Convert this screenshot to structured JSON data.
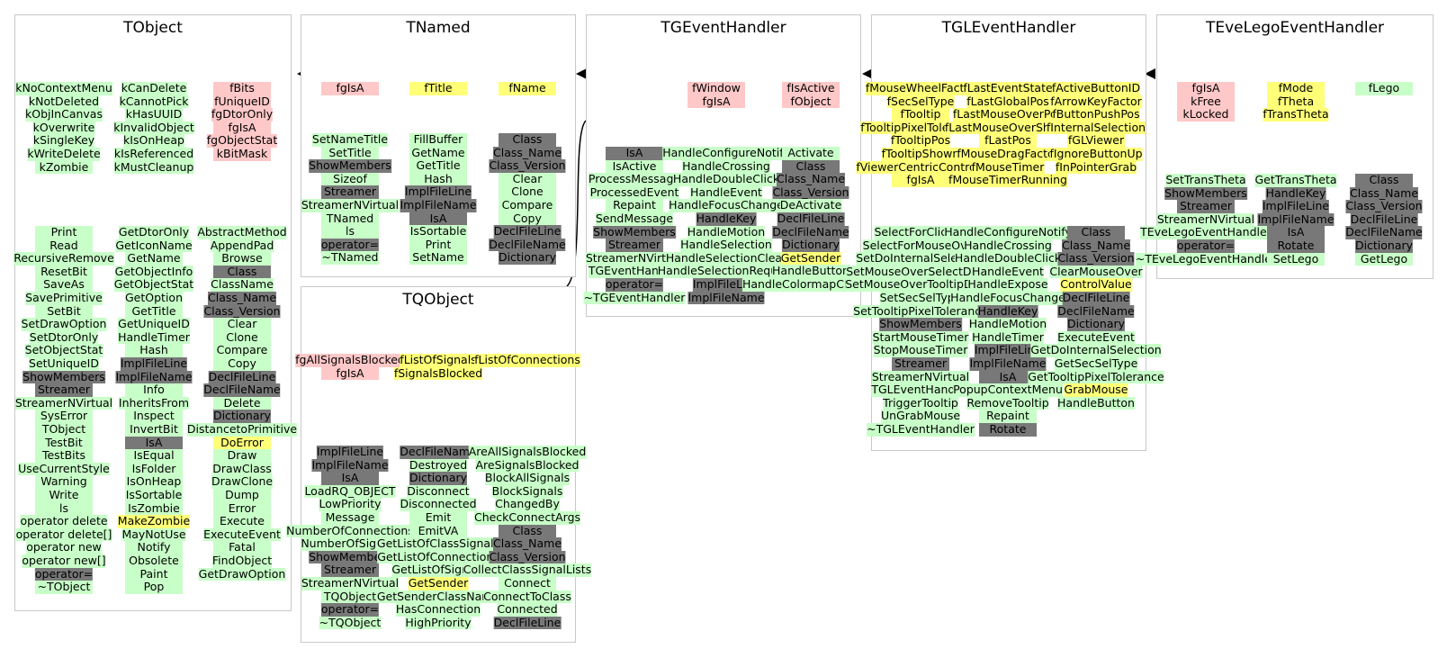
{
  "colors": {
    "data_member_red": "#ffc8c8",
    "data_member_yellow": "#ffff78",
    "method_green": "#c8ffc8",
    "private_gray": "#787878",
    "box_border": "#c8c8c8"
  },
  "classes": [
    {
      "name": "TObject",
      "sections": [
        {
          "kind": "data",
          "columns": [
            {
              "color": "green",
              "items": [
                "kNoContextMenu",
                "kNotDeleted",
                "kObjInCanvas",
                "kOverwrite",
                "kSingleKey",
                "kWriteDelete",
                "kZombie"
              ]
            },
            {
              "color": "green",
              "items": [
                "kCanDelete",
                "kCannotPick",
                "kHasUUID",
                "kInvalidObject",
                "kIsOnHeap",
                "kIsReferenced",
                "kMustCleanup"
              ]
            },
            {
              "color": "red",
              "items": [
                "fBits",
                "fUniqueID",
                "fgDtorOnly",
                "fgIsA",
                "fgObjectStat",
                "kBitMask"
              ]
            }
          ]
        },
        {
          "kind": "methods",
          "columns": [
            {
              "color": "green",
              "items": [
                "Print",
                "Read",
                "RecursiveRemove",
                "ResetBit",
                "SaveAs",
                "SavePrimitive",
                "SetBit",
                "SetDrawOption",
                "SetDtorOnly",
                "SetObjectStat",
                "SetUniqueID",
                "ShowMembers",
                "Streamer",
                "StreamerNVirtual",
                "SysError",
                "TObject",
                "TestBit",
                "TestBits",
                "UseCurrentStyle",
                "Warning",
                "Write",
                "ls",
                "operator delete",
                "operator delete[]",
                "operator new",
                "operator new[]",
                "operator=",
                "~TObject"
              ]
            },
            {
              "color": "green",
              "items": [
                "GetDtorOnly",
                "GetIconName",
                "GetName",
                "GetObjectInfo",
                "GetObjectStat",
                "GetOption",
                "GetTitle",
                "GetUniqueID",
                "HandleTimer",
                "Hash",
                "ImplFileLine",
                "ImplFileName",
                "Info",
                "InheritsFrom",
                "Inspect",
                "InvertBit",
                "IsA",
                "IsEqual",
                "IsFolder",
                "IsOnHeap",
                "IsSortable",
                "IsZombie",
                "MakeZombie",
                "MayNotUse",
                "Notify",
                "Obsolete",
                "Paint",
                "Pop"
              ]
            },
            {
              "color": "green",
              "items": [
                "AbstractMethod",
                "AppendPad",
                "Browse",
                "Class",
                "ClassName",
                "Class_Name",
                "Class_Version",
                "Clear",
                "Clone",
                "Compare",
                "Copy",
                "DeclFileLine",
                "DeclFileName",
                "Delete",
                "Dictionary",
                "DistancetoPrimitive",
                "DoError",
                "Draw",
                "DrawClass",
                "DrawClone",
                "Dump",
                "Error",
                "Execute",
                "ExecuteEvent",
                "Fatal",
                "FindObject",
                "GetDrawOption"
              ]
            }
          ]
        }
      ]
    },
    {
      "name": "TNamed",
      "sections": [
        {
          "kind": "data",
          "columns": [
            {
              "color": "red",
              "items": [
                "fgIsA"
              ]
            },
            {
              "color": "yellow",
              "items": [
                "fTitle"
              ]
            },
            {
              "color": "yellow",
              "items": [
                "fName"
              ]
            }
          ]
        },
        {
          "kind": "methods",
          "columns": [
            {
              "color": "green",
              "items": [
                "SetNameTitle",
                "SetTitle",
                "ShowMembers",
                "Sizeof",
                "Streamer",
                "StreamerNVirtual",
                "TNamed",
                "ls",
                "operator=",
                "~TNamed"
              ]
            },
            {
              "color": "green",
              "items": [
                "FillBuffer",
                "GetName",
                "GetTitle",
                "Hash",
                "ImplFileLine",
                "ImplFileName",
                "IsA",
                "IsSortable",
                "Print",
                "SetName"
              ]
            },
            {
              "color": "green",
              "items": [
                "Class",
                "Class_Name",
                "Class_Version",
                "Clear",
                "Clone",
                "Compare",
                "Copy",
                "DeclFileLine",
                "DeclFileName",
                "Dictionary"
              ]
            }
          ]
        }
      ]
    },
    {
      "name": "TGEventHandler",
      "sections": [
        {
          "kind": "data",
          "columns": [
            {
              "color": "red",
              "items": [
                "fWindow",
                "fgIsA"
              ]
            },
            {
              "color": "red",
              "items": [
                "fIsActive",
                "fObject"
              ]
            }
          ]
        },
        {
          "kind": "methods",
          "columns": [
            {
              "color": "green",
              "items": [
                "IsA",
                "IsActive",
                "ProcessMessage",
                "ProcessedEvent",
                "Repaint",
                "SendMessage",
                "ShowMembers",
                "Streamer",
                "StreamerNVirtual",
                "TGEventHandler",
                "operator=",
                "~TGEventHandler"
              ]
            },
            {
              "color": "green",
              "items": [
                "HandleConfigureNotify",
                "HandleCrossing",
                "HandleDoubleClick",
                "HandleEvent",
                "HandleFocusChange",
                "HandleKey",
                "HandleMotion",
                "HandleSelection",
                "HandleSelectionClear",
                "HandleSelectionRequest",
                "ImplFileLine",
                "ImplFileName"
              ]
            },
            {
              "color": "green",
              "items": [
                "Activate",
                "Class",
                "Class_Name",
                "Class_Version",
                "DeActivate",
                "DeclFileLine",
                "DeclFileName",
                "Dictionary",
                "GetSender",
                "HandleButton",
                "HandleColormapChange"
              ]
            }
          ]
        }
      ]
    },
    {
      "name": "TGLEventHandler",
      "sections": [
        {
          "kind": "data",
          "columns": [
            {
              "color": "yellow",
              "items": [
                "fMouseWheelFactor",
                "fSecSelType",
                "fTooltip",
                "fTooltipPixelTolerance",
                "fTooltipPos",
                "fTooltipShown",
                "fViewerCentricControls",
                "fgIsA"
              ]
            },
            {
              "color": "yellow",
              "items": [
                "fLastEventState",
                "fLastGlobalPos",
                "fLastMouseOverPos",
                "fLastMouseOverShape",
                "fLastPos",
                "fMouseDragFactor",
                "fMouseTimer",
                "fMouseTimerRunning"
              ]
            },
            {
              "color": "yellow",
              "items": [
                "fActiveButtonID",
                "fArrowKeyFactor",
                "fButtonPushPos",
                "fInternalSelection",
                "fGLViewer",
                "fIgnoreButtonUp",
                "fInPointerGrab"
              ]
            }
          ]
        },
        {
          "kind": "methods",
          "columns": [
            {
              "color": "green",
              "items": [
                "SelectForClicked",
                "SelectForMouseOver",
                "SetDoInternalSelection",
                "SetMouseOverSelectDelay",
                "SetMouseOverTooltipDelay",
                "SetSecSelType",
                "SetTooltipPixelTolerance",
                "ShowMembers",
                "StartMouseTimer",
                "StopMouseTimer",
                "Streamer",
                "StreamerNVirtual",
                "TGLEventHandler",
                "TriggerTooltip",
                "UnGrabMouse",
                "~TGLEventHandler"
              ]
            },
            {
              "color": "green",
              "items": [
                "HandleConfigureNotify",
                "HandleCrossing",
                "HandleDoubleClick",
                "HandleEvent",
                "HandleExpose",
                "HandleFocusChange",
                "HandleKey",
                "HandleMotion",
                "HandleTimer",
                "ImplFileLine",
                "ImplFileName",
                "IsA",
                "PopupContextMenu",
                "RemoveTooltip",
                "Repaint",
                "Rotate"
              ]
            },
            {
              "color": "green",
              "items": [
                "Class",
                "Class_Name",
                "Class_Version",
                "ClearMouseOver",
                "ControlValue",
                "DeclFileLine",
                "DeclFileName",
                "Dictionary",
                "ExecuteEvent",
                "GetDoInternalSelection",
                "GetSecSelType",
                "GetTooltipPixelTolerance",
                "GrabMouse",
                "HandleButton"
              ]
            }
          ]
        }
      ]
    },
    {
      "name": "TEveLegoEventHandler",
      "sections": [
        {
          "kind": "data",
          "columns": [
            {
              "color": "red",
              "items": [
                "fgIsA",
                "kFree",
                "kLocked"
              ]
            },
            {
              "color": "yellow",
              "items": [
                "fMode",
                "fTheta",
                "fTransTheta"
              ]
            },
            {
              "color": "green",
              "items": [
                "fLego"
              ]
            }
          ]
        },
        {
          "kind": "methods",
          "columns": [
            {
              "color": "green",
              "items": [
                "SetTransTheta",
                "ShowMembers",
                "Streamer",
                "StreamerNVirtual",
                "TEveLegoEventHandler",
                "operator=",
                "~TEveLegoEventHandler"
              ]
            },
            {
              "color": "green",
              "items": [
                "GetTransTheta",
                "HandleKey",
                "ImplFileLine",
                "ImplFileName",
                "IsA",
                "Rotate",
                "SetLego"
              ]
            },
            {
              "color": "green",
              "items": [
                "Class",
                "Class_Name",
                "Class_Version",
                "DeclFileLine",
                "DeclFileName",
                "Dictionary",
                "GetLego"
              ]
            }
          ]
        }
      ]
    },
    {
      "name": "TQObject",
      "sections": [
        {
          "kind": "data",
          "columns": [
            {
              "color": "red",
              "items": [
                "fgAllSignalsBlocked",
                "fgIsA"
              ]
            },
            {
              "color": "yellow",
              "items": [
                "fListOfSignals",
                "fSignalsBlocked"
              ]
            },
            {
              "color": "yellow",
              "items": [
                "fListOfConnections"
              ]
            }
          ]
        },
        {
          "kind": "methods",
          "columns": [
            {
              "color": "green",
              "items": [
                "ImplFileLine",
                "ImplFileName",
                "IsA",
                "LoadRQ_OBJECT",
                "LowPriority",
                "Message",
                "NumberOfConnections",
                "NumberOfSignals",
                "ShowMembers",
                "Streamer",
                "StreamerNVirtual",
                "TQObject",
                "operator=",
                "~TQObject"
              ]
            },
            {
              "color": "green",
              "items": [
                "DeclFileName",
                "Destroyed",
                "Dictionary",
                "Disconnect",
                "Disconnected",
                "Emit",
                "EmitVA",
                "GetListOfClassSignals",
                "GetListOfConnections",
                "GetListOfSignals",
                "GetSender",
                "GetSenderClassName",
                "HasConnection",
                "HighPriority"
              ]
            },
            {
              "color": "green",
              "items": [
                "AreAllSignalsBlocked",
                "AreSignalsBlocked",
                "BlockAllSignals",
                "BlockSignals",
                "ChangedBy",
                "CheckConnectArgs",
                "Class",
                "Class_Name",
                "Class_Version",
                "CollectClassSignalLists",
                "Connect",
                "ConnectToClass",
                "Connected",
                "DeclFileLine"
              ]
            }
          ]
        }
      ]
    }
  ]
}
